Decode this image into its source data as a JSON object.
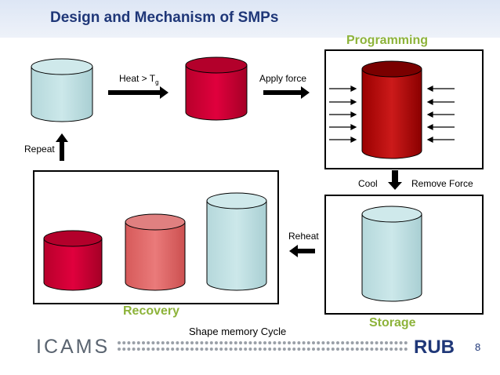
{
  "slide": {
    "title": "Design and Mechanism of SMPs",
    "page_number": "8"
  },
  "labels": {
    "heat": "Heat > T",
    "heat_sub": "g",
    "apply_force": "Apply force",
    "repeat": "Repeat",
    "cool": "Cool",
    "remove_force": "Remove Force",
    "reheat": "Reheat",
    "caption": "Shape memory Cycle"
  },
  "stages": {
    "programming": "Programming",
    "storage": "Storage",
    "recovery": "Recovery"
  },
  "footer": {
    "left_logo": "ICAMS",
    "right_logo": "RUB"
  },
  "colors": {
    "title": "#1f3778",
    "stage": "#8db33a",
    "cool_cylinder": "#bfe0e3",
    "hot_cylinder": "#cc0033",
    "medium_cylinder": "#df6a6a",
    "programming_cylinder": "#b30000",
    "ruhr_blue": "#1f3778"
  }
}
